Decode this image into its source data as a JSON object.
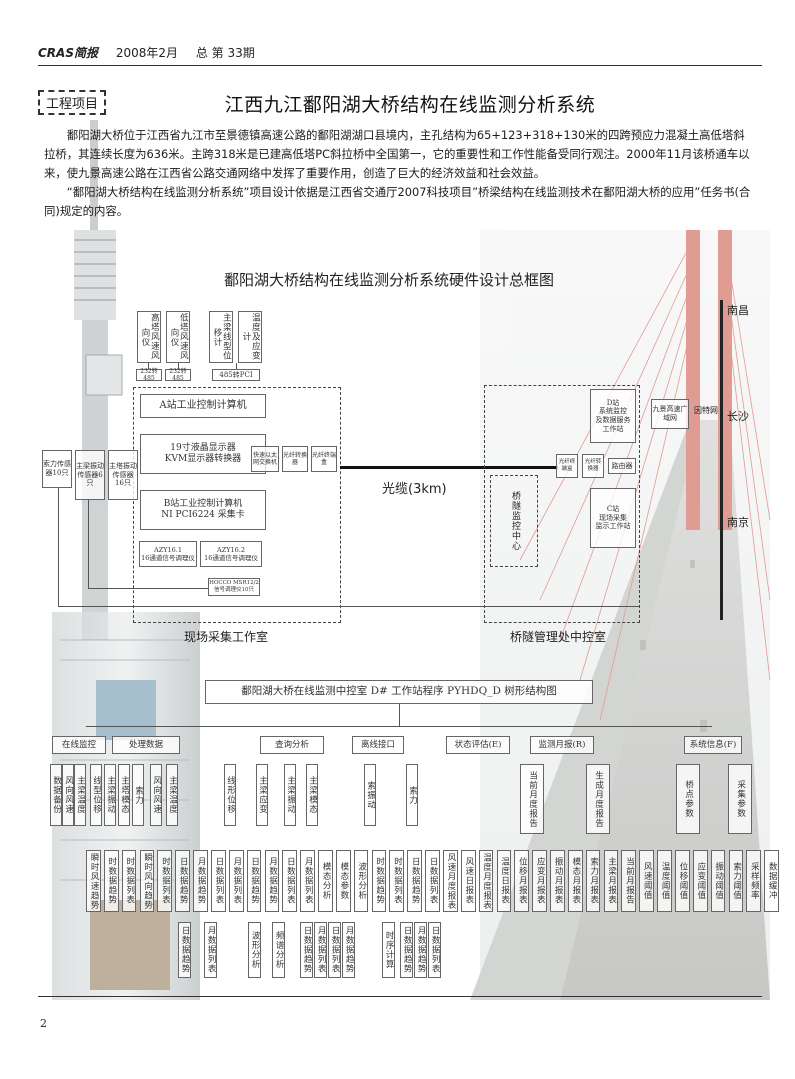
{
  "header": {
    "magazine": "CRAS简报",
    "date": "2008年2月",
    "issue": "总 第 33期"
  },
  "tag": "工程项目",
  "headline": "江西九江鄱阳湖大桥结构在线监测分析系统",
  "intro": [
    "鄱阳湖大桥位于江西省九江市至景德镇高速公路的鄱阳湖湖口县境内，主孔结构为65+123+318+130米的四跨预应力混凝土高低塔斜拉桥，其连续长度为636米。主跨318米是已建高低塔PC斜拉桥中全国第一，它的重要性和工作性能备受同行观注。2000年11月该桥通车以来，使九景高速公路在江西省公路交通网络中发挥了重要作用，创造了巨大的经济效益和社会效益。",
    "“鄱阳湖大桥结构在线监测分析系统”项目设计依据是江西省交通厅2007科技项目”桥梁结构在线监测技术在鄱阳湖大桥的应用”任务书(合同)规定的内容。"
  ],
  "hw_diagram": {
    "title": "鄱阳湖大桥结构在线监测分析系统硬件设计总框图",
    "top_sensors": [
      "高塔风速风向仪",
      "低塔风速风向仪",
      "主梁线型位移计",
      "温度及应变计"
    ],
    "converters": [
      "232转485",
      "232转485",
      "485转PCI"
    ],
    "a_station": "A站工业控制计算机",
    "lcd": "19寸液晶显示器\nKVM显示器转换器",
    "b_station": "B站工业控制计算机\nNI PCI6224 采集卡",
    "switch": "快速以太网交换机",
    "fiber1": "光纤转换器",
    "fiber2": "光纤终端盒",
    "left_sensors": [
      "索力传感器10只",
      "主梁振动传感器6只",
      "主塔振动传感器16只"
    ],
    "amp1": "AZY16.1\n16通道信号调理仪",
    "amp2": "AZY16.2\n16通道信号调理仪",
    "amp3": "HOCCO MSR12/2\n信号调理仪10只",
    "cable": "光缆(3km)",
    "fiber_box": "光纤终端盒",
    "fiber_conv": "光纤转换器",
    "router": "路由器",
    "d_station": "D站\n系统监控\n及数据服务\n工作站",
    "c_station": "C站\n现场采集\n监示工作站",
    "net_box": "九景高速广域网",
    "internet": "因特网",
    "cities": [
      "南昌",
      "长沙",
      "南京"
    ],
    "tunnel": "桥隧监控中心",
    "site_label": "现场采集工作室",
    "center_label": "桥隧管理处中控室"
  },
  "tree": {
    "title": "鄱阳湖大桥在线监测中控室 D# 工作站程序 PYHDQ_D 树形结构图",
    "level1": [
      "在线监控",
      "处理数据",
      "查询分析",
      "离线接口",
      "状态评估(E)",
      "监测月报(R)",
      "系统信息(F)"
    ],
    "level2": [
      "数据备份",
      "风向风速",
      "主梁温度",
      "线型位移",
      "主梁振动",
      "主塔模态",
      "索力",
      "风向风速",
      "主梁温度",
      "线形位移",
      "主梁应变",
      "主梁振动",
      "主梁模态",
      "索振动",
      "索力",
      "当前月度报告",
      "生成月度报告",
      "桥点参数",
      "采集参数"
    ],
    "level3": [
      "瞬时风速趋势",
      "时数据趋势",
      "时数据列表",
      "瞬时风向趋势",
      "时数据列表",
      "日数据趋势",
      "月数据趋势",
      "日数据列表",
      "月数据列表",
      "日数据趋势",
      "月数据趋势",
      "日数据列表",
      "月数据列表",
      "模态分析",
      "模态参数",
      "波形分析",
      "时数据趋势",
      "时数据列表",
      "日数据趋势",
      "日数据列表",
      "风速月度报表",
      "风速日报表",
      "温度月度报表",
      "温度日报表",
      "位移月报表",
      "应变月报表",
      "振动月报表",
      "模态月报表",
      "索力月报表",
      "主梁月报表",
      "当前月报告",
      "风速阈值",
      "温度阈值",
      "位移阈值",
      "应变阈值",
      "振动阈值",
      "索力阈值",
      "采样频率",
      "数据缓冲"
    ],
    "level4": [
      "日数据趋势",
      "月数据列表",
      "波形分析",
      "频谱分析",
      "日数据趋势",
      "月数据列表",
      "日数据列表",
      "月数据趋势",
      "时序计算",
      "日数据趋势",
      "月数据趋势",
      "日数据列表"
    ]
  },
  "page_number": "2"
}
